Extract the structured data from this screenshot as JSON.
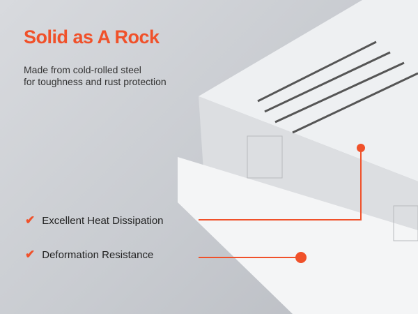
{
  "headline": "Solid as A Rock",
  "subtitle": [
    "Made from cold-rolled steel",
    "for toughness and rust protection"
  ],
  "features": [
    {
      "label": "Excellent Heat Dissipation",
      "icon": "check-icon"
    },
    {
      "label": "Deformation Resistance",
      "icon": "check-icon"
    }
  ],
  "colors": {
    "accent": "#f0512a"
  }
}
